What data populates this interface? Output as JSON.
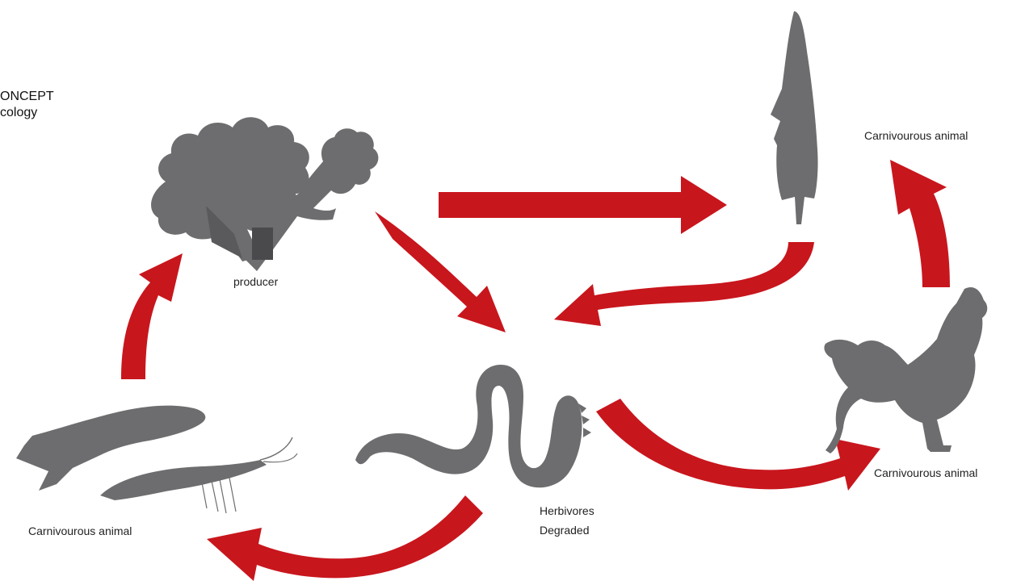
{
  "header": {
    "line1": "ONCEPT",
    "line2": "cology"
  },
  "labels": {
    "producer": "producer",
    "carnivore_top_right": "Carnivourous animal",
    "carnivore_bottom_right": "Carnivourous animal",
    "carnivore_bottom_left": "Carnivourous animal",
    "herbivores": "Herbivores",
    "degraded": "Degraded"
  },
  "icons": [
    "plant-icon",
    "tree-icon",
    "worm-icon",
    "rooster-icon",
    "fish-icon",
    "shrimp-icon"
  ],
  "colors": {
    "arrow": "#c8161d",
    "silhouette": "#6d6d6f",
    "background": "#ffffff"
  }
}
